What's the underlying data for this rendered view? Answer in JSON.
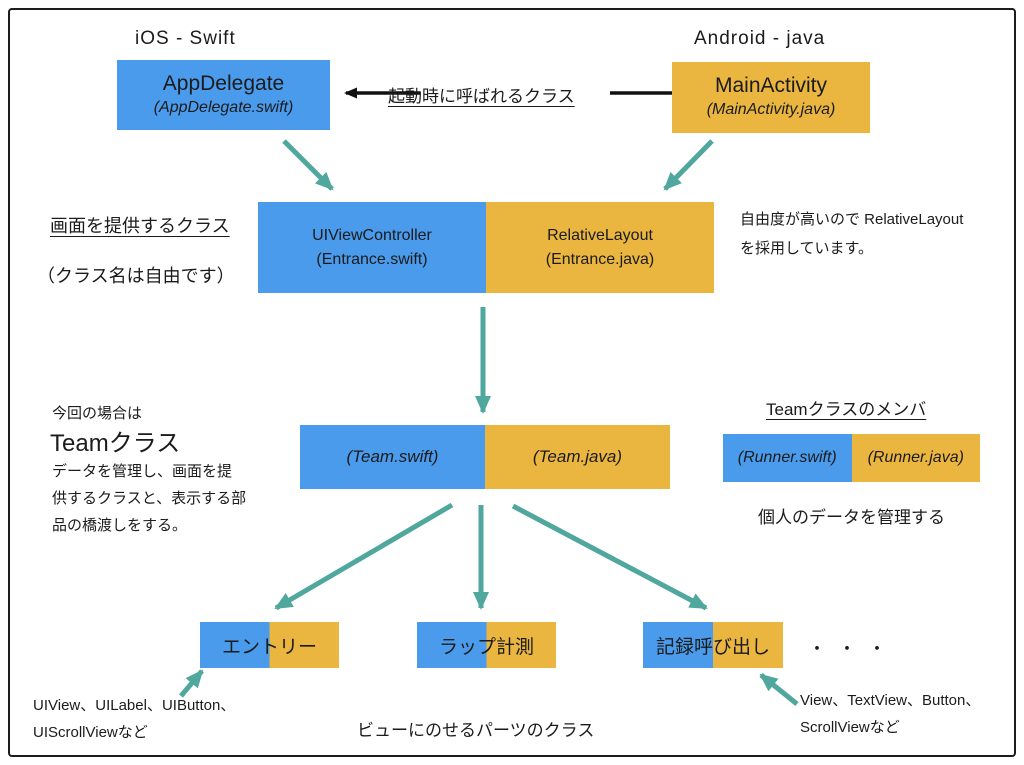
{
  "colors": {
    "blue": "#4A9BEC",
    "orange": "#EAB63F",
    "teal": "#4FA79D",
    "ink": "#1b1b1b"
  },
  "top": {
    "ios_label": "iOS - Swift",
    "android_label": "Android - java",
    "app_delegate": {
      "title": "AppDelegate",
      "file": "(AppDelegate.swift)"
    },
    "main_activity": {
      "title": "MainActivity",
      "file": "(MainActivity.java)"
    },
    "startup_note": "起動時に呼ばれるクラス"
  },
  "middle": {
    "left_note_line1": "画面を提供するクラス",
    "left_note_line2": "（クラス名は自由です）",
    "ui_view_controller": {
      "title": "UIViewController",
      "file": "(Entrance.swift)"
    },
    "relative_layout": {
      "title": "RelativeLayout",
      "file": "(Entrance.java)"
    },
    "right_note_line1": "自由度が高いので RelativeLayout",
    "right_note_line2": "を採用しています。"
  },
  "team": {
    "swift_file": "(Team.swift)",
    "java_file": "(Team.java)",
    "note_intro": "今回の場合は",
    "note_title": "Teamクラス",
    "note_body_line1": "データを管理し、画面を提",
    "note_body_line2": "供するクラスと、表示する部",
    "note_body_line3": "品の橋渡しをする。"
  },
  "runner": {
    "heading": "Teamクラスのメンバ",
    "swift_file": "(Runner.swift)",
    "java_file": "(Runner.java)",
    "caption": "個人のデータを管理する"
  },
  "parts": {
    "entry_label": "エントリー",
    "lap_label": "ラップ計測",
    "record_label": "記録呼び出し",
    "ellipsis": "・・・",
    "ios_examples_line1": "UIView、UILabel、UIButton、",
    "ios_examples_line2": "UIScrollViewなど",
    "caption": "ビューにのせるパーツのクラス",
    "android_examples_line1": "View、TextView、Button、",
    "android_examples_line2": "ScrollViewなど"
  }
}
